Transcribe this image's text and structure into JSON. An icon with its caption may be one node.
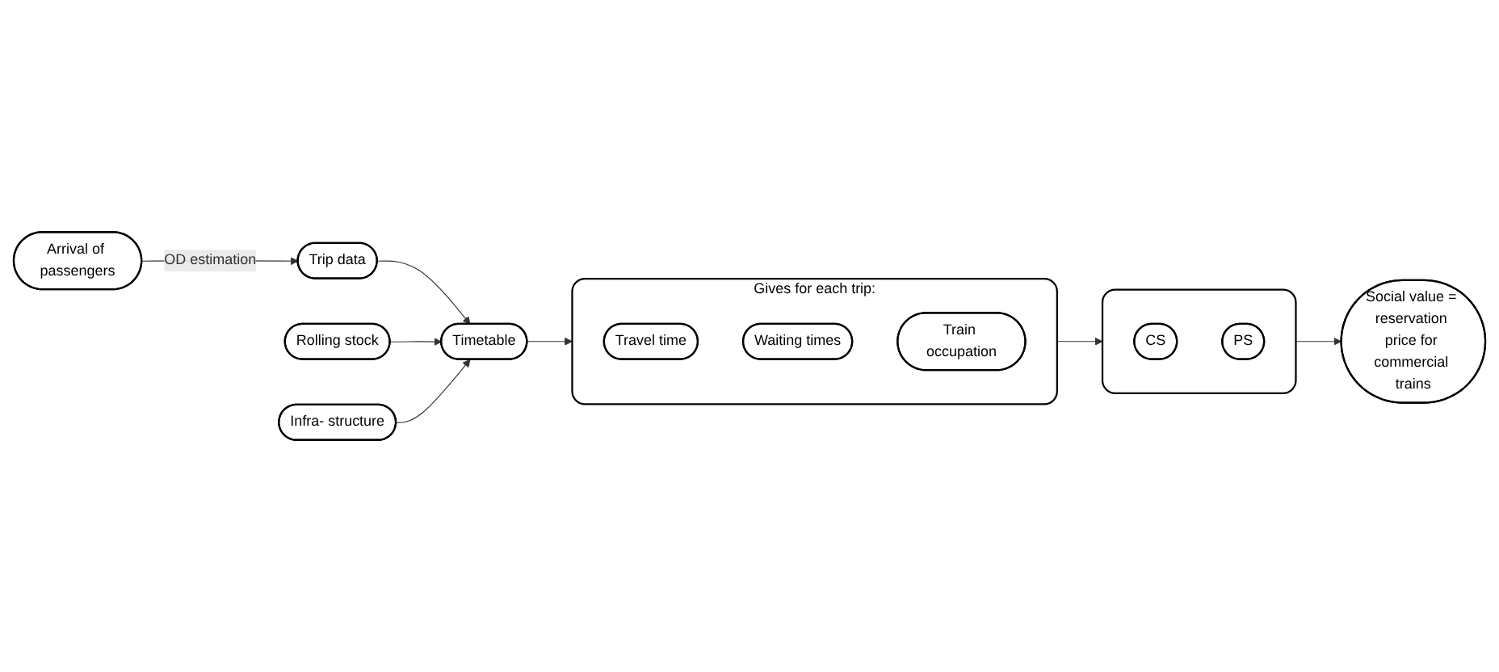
{
  "diagram": {
    "nodes": [
      {
        "text": [
          "Arrival of passengers"
        ]
      },
      {
        "text": [
          "Trip data"
        ]
      },
      {
        "text": [
          "Rolling stock"
        ]
      },
      {
        "text": [
          "Infra- structure"
        ]
      },
      {
        "text": [
          "Timetable"
        ]
      },
      {
        "text": [
          "Gives for each trip:"
        ]
      },
      {
        "text": [
          "Travel time"
        ],
        "in": 5
      },
      {
        "text": [
          "Waiting times"
        ],
        "in": 5
      },
      {
        "text": [
          "Train occupation"
        ],
        "in": 5
      },
      {
        "text": [],
        "shape": "box"
      },
      {
        "text": [
          "CS"
        ],
        "in": 9
      },
      {
        "text": [
          "PS"
        ],
        "in": 9
      },
      {
        "text": [
          "Social value = reservation price for commercial trains"
        ]
      }
    ],
    "edges": [
      {
        "from": 0,
        "to": 1,
        "arrow": "to",
        "label": "OD estimation"
      },
      {
        "from": 1,
        "to": 4,
        "arrow": "to"
      },
      {
        "from": 2,
        "to": 4,
        "arrow": "to"
      },
      {
        "from": 3,
        "to": 4,
        "arrow": "to"
      },
      {
        "from": 4,
        "to": 5,
        "arrow": "to"
      },
      {
        "from": 5,
        "to": 9,
        "arrow": "to"
      },
      {
        "from": 9,
        "to": 12,
        "arrow": "to"
      }
    ]
  }
}
